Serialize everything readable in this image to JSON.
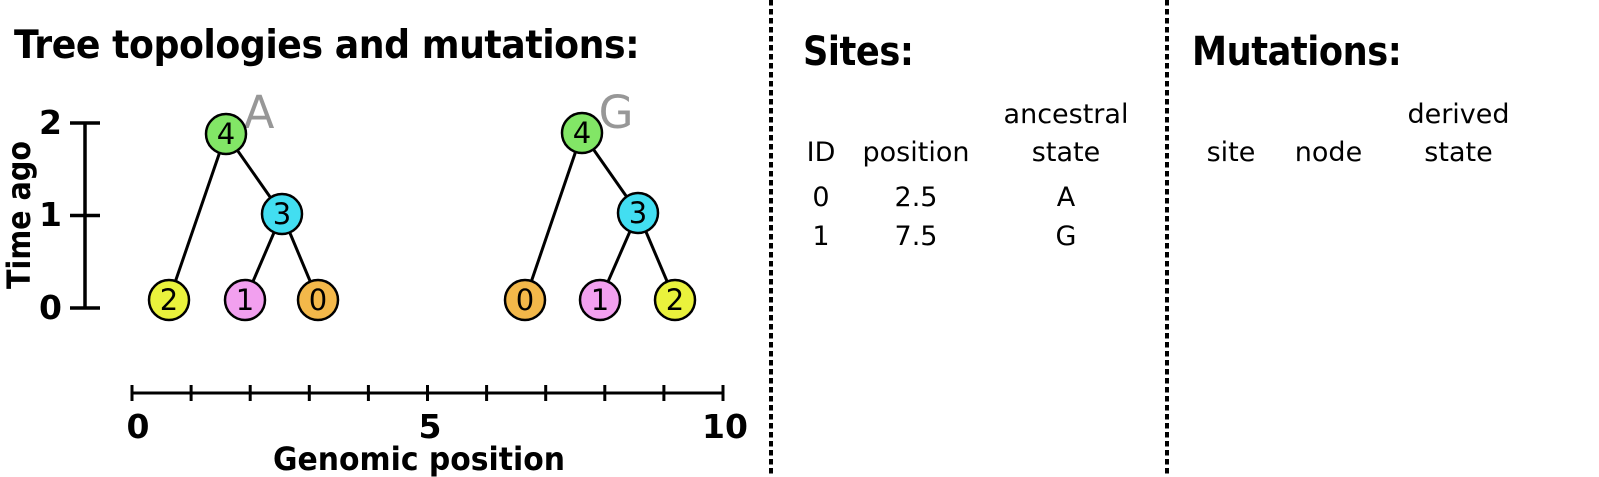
{
  "title": "Tree topologies and mutations:",
  "palette": {
    "node_green": "#82E666",
    "node_cyan": "#42DEF1",
    "node_yellow": "#EAF23C",
    "node_pink": "#F2A0EF",
    "node_orange": "#F3B84A",
    "allele_label_gray": "#979797"
  },
  "tree_plot": {
    "time_axis": {
      "label": "Time ago",
      "tick_labels": [
        "2",
        "1",
        "0"
      ]
    },
    "genomic_axis": {
      "label": "Genomic position",
      "tick_labels": [
        "0",
        "5",
        "10"
      ],
      "range": [
        0,
        10
      ]
    },
    "trees": [
      {
        "allele_label": "A",
        "nodes": [
          {
            "id": "4",
            "time": 2,
            "fill": "#82E666"
          },
          {
            "id": "3",
            "time": 1,
            "fill": "#42DEF1"
          },
          {
            "id": "2",
            "time": 0,
            "fill": "#EAF23C"
          },
          {
            "id": "1",
            "time": 0,
            "fill": "#F2A0EF"
          },
          {
            "id": "0",
            "time": 0,
            "fill": "#F3B84A"
          }
        ],
        "edges": [
          "4-2",
          "4-3",
          "3-1",
          "3-0"
        ]
      },
      {
        "allele_label": "G",
        "nodes": [
          {
            "id": "4",
            "time": 2,
            "fill": "#82E666"
          },
          {
            "id": "3",
            "time": 1,
            "fill": "#42DEF1"
          },
          {
            "id": "0",
            "time": 0,
            "fill": "#F3B84A"
          },
          {
            "id": "1",
            "time": 0,
            "fill": "#F2A0EF"
          },
          {
            "id": "2",
            "time": 0,
            "fill": "#EAF23C"
          }
        ],
        "edges": [
          "4-0",
          "4-3",
          "3-1",
          "3-2"
        ]
      }
    ]
  },
  "sites": {
    "title": "Sites:",
    "headers": {
      "id": "ID",
      "position": "position",
      "ancestral_state_line1": "ancestral",
      "ancestral_state_line2": "state"
    },
    "rows": [
      {
        "id": "0",
        "position": "2.5",
        "ancestral_state": "A"
      },
      {
        "id": "1",
        "position": "7.5",
        "ancestral_state": "G"
      }
    ]
  },
  "mutations": {
    "title": "Mutations:",
    "headers": {
      "site": "site",
      "node": "node",
      "derived_state_line1": "derived",
      "derived_state_line2": "state"
    },
    "rows": []
  }
}
